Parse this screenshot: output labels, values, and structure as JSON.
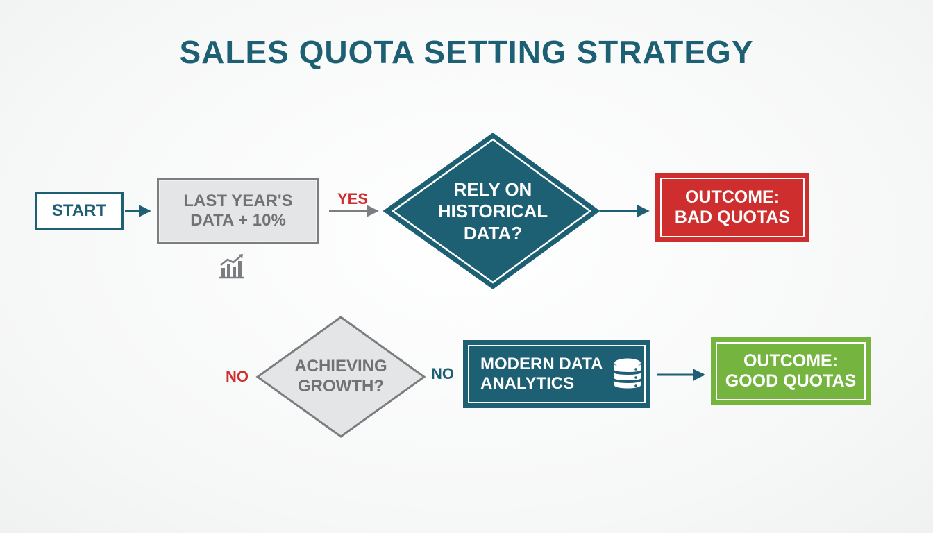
{
  "title": "SALES QUOTA SETTING STRATEGY",
  "colors": {
    "primary": "#1d5f73",
    "grey": "#7b7d80",
    "red": "#cf2e2e",
    "green": "#74b43f"
  },
  "nodes": {
    "start": "START",
    "last_year": "LAST YEAR'S\nDATA + 10%",
    "rely_historical": "RELY ON\nHISTORICAL\nDATA?",
    "bad_quotas": "OUTCOME:\nBAD QUOTAS",
    "achieving_growth": "ACHIEVING\nGROWTH?",
    "modern_analytics": "MODERN DATA\nANALYTICS",
    "good_quotas": "OUTCOME:\nGOOD QUOTAS"
  },
  "edge_labels": {
    "yes": "YES",
    "no_left": "NO",
    "no_right": "NO"
  },
  "icons": {
    "growth_chart": "bar-chart-growth-icon",
    "database": "database-icon"
  }
}
